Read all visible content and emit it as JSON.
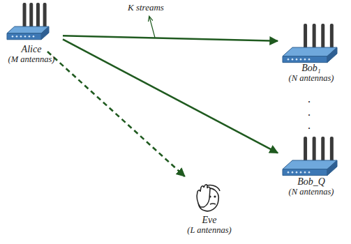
{
  "diagram": {
    "nodes": [
      {
        "text": [
          "Alice",
          "(M antennas)"
        ]
      },
      {
        "text": [
          "Bob₁",
          "(N antennas)"
        ]
      },
      {
        "text": [
          "Bob_Q",
          "(N antennas)"
        ]
      },
      {
        "text": [
          "Eve",
          "(L antennas)"
        ]
      }
    ],
    "edges": [
      {
        "from": 0,
        "to": 1,
        "arrow": "to",
        "label": "K streams"
      },
      {
        "from": 0,
        "to": 2,
        "arrow": "to"
      },
      {
        "from": 0,
        "to": 3,
        "arrow": "to"
      }
    ],
    "labels": [
      ".",
      ".",
      "."
    ]
  }
}
